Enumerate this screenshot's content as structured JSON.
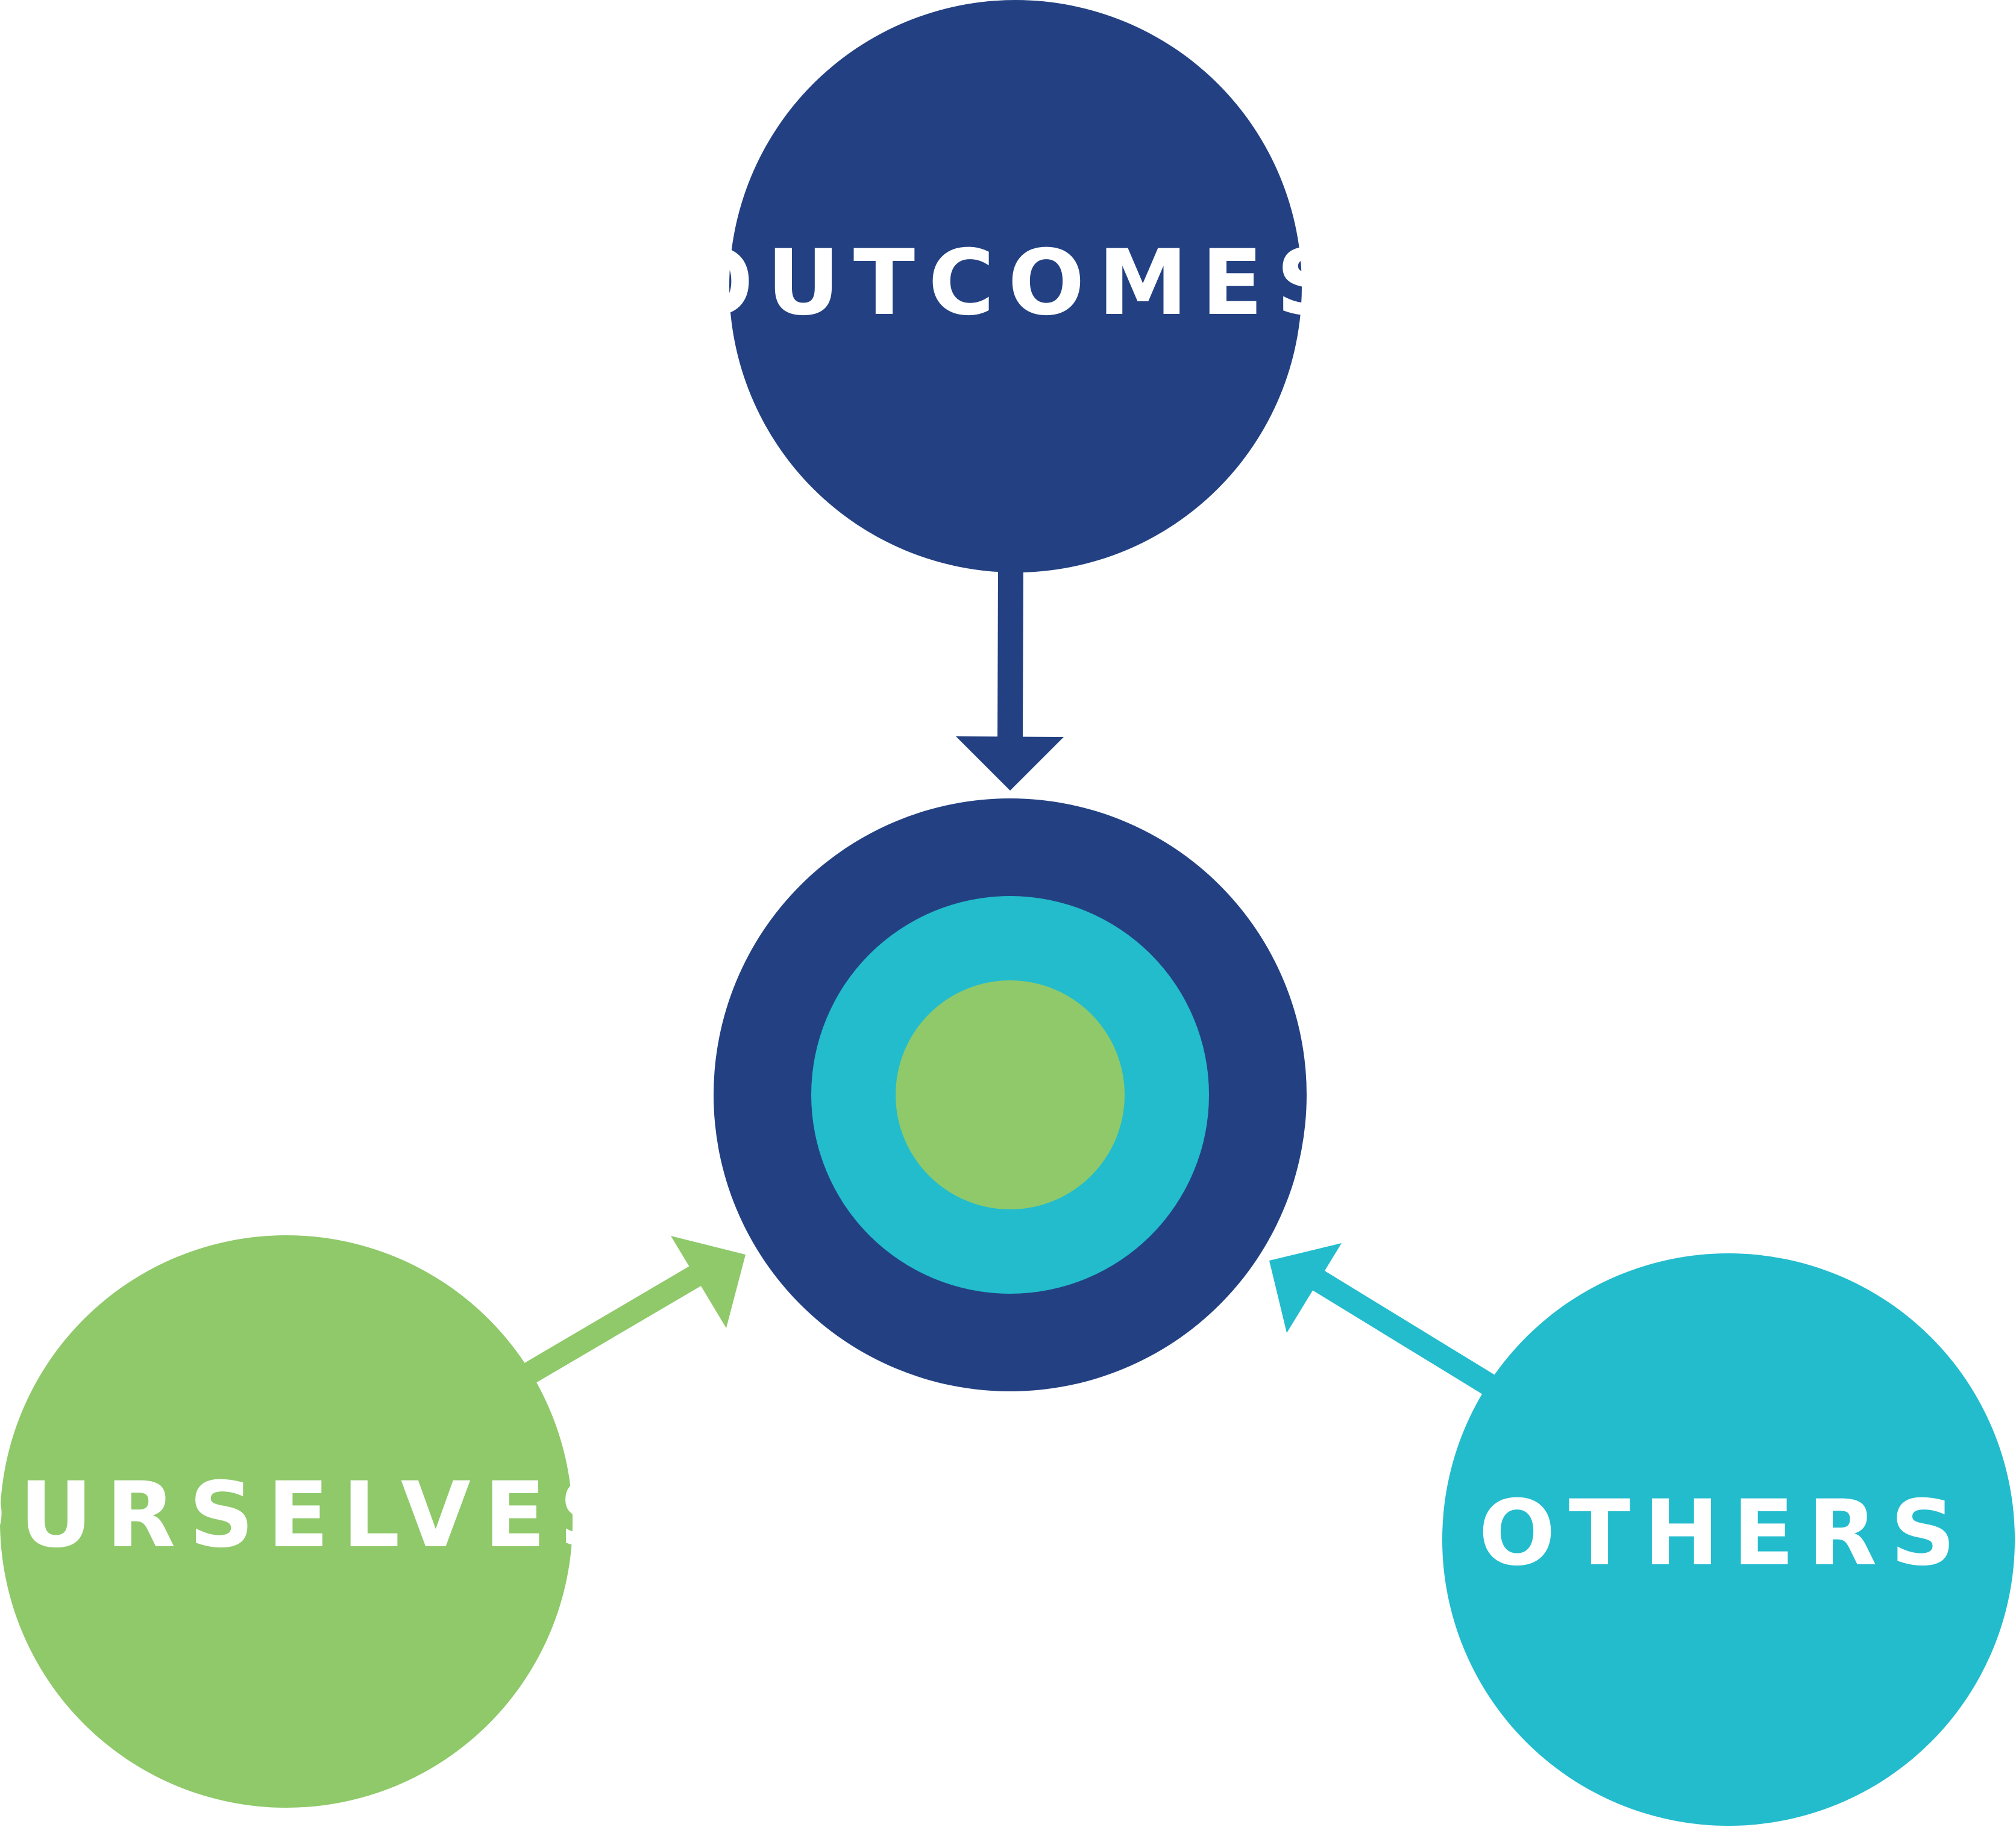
{
  "diagram": {
    "nodes": {
      "outcomes": {
        "label": "OUTCOMES",
        "color": "#234182"
      },
      "ourselves": {
        "label": "OURSELVES",
        "color": "#8fc96a"
      },
      "others": {
        "label": "OTHERS",
        "color": "#22bccd"
      }
    },
    "center_target": {
      "outer_color": "#234182",
      "middle_color": "#22bccd",
      "inner_color": "#8fc96a"
    },
    "arrows": [
      {
        "from": "outcomes",
        "to": "center",
        "color": "#234182"
      },
      {
        "from": "ourselves",
        "to": "center",
        "color": "#8fc96a"
      },
      {
        "from": "others",
        "to": "center",
        "color": "#22bccd"
      }
    ]
  }
}
